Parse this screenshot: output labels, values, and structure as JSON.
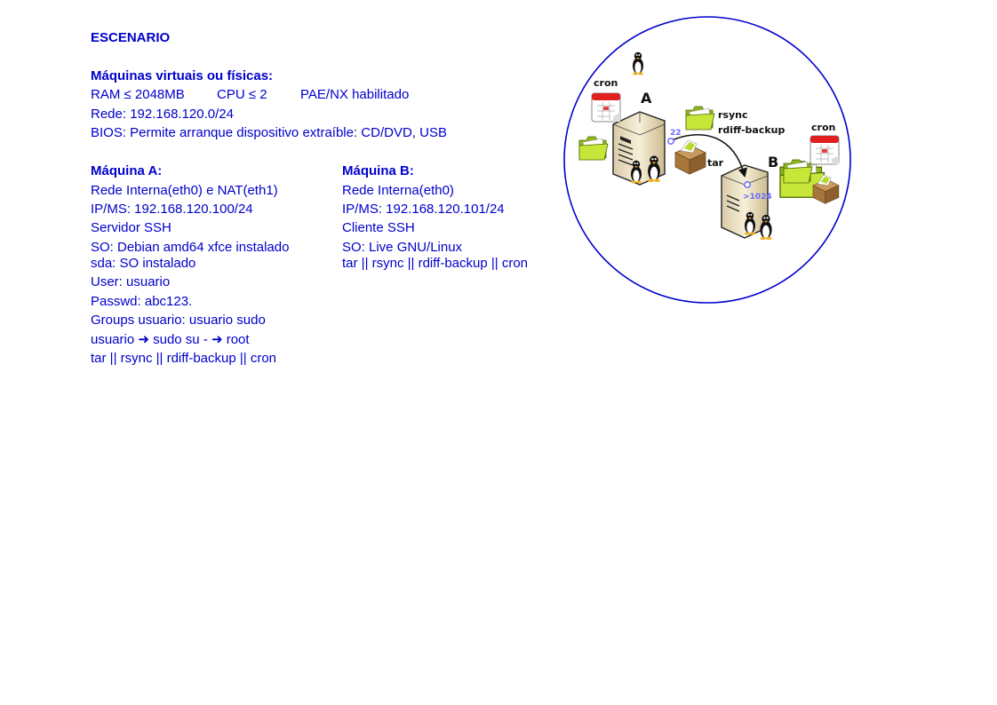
{
  "heading": "ESCENARIO",
  "machines_title": "Máquinas virtuais ou físicas:",
  "specs": {
    "ram": "RAM ≤ 2048MB",
    "cpu": "CPU ≤ 2",
    "pae": "PAE/NX habilitado"
  },
  "network": "Rede: 192.168.120.0/24",
  "bios": "BIOS: Permite arranque dispositivo extraíble: CD/DVD, USB",
  "machine_a": {
    "title": "Máquina A:",
    "lines": [
      "Rede Interna(eth0) e NAT(eth1)",
      "IP/MS: 192.168.120.100/24",
      "Servidor SSH",
      "SO: Debian amd64 xfce instalado",
      "sda: SO instalado",
      "User: usuario",
      "Passwd: abc123.",
      "Groups usuario: usuario sudo",
      "usuario ➜ sudo su - ➜ root",
      "tar || rsync || rdiff-backup || cron"
    ]
  },
  "machine_b": {
    "title": "Máquina B:",
    "lines": [
      "Rede Interna(eth0)",
      "IP/MS: 192.168.120.101/24",
      "Cliente SSH",
      "SO: Live GNU/Linux",
      "tar || rsync || rdiff-backup || cron"
    ]
  },
  "diagram": {
    "label_a": "A",
    "label_b": "B",
    "cron_a": "cron",
    "cron_b": "cron",
    "rsync": "rsync",
    "rdiff": "rdiff-backup",
    "tar": "tar",
    "port_a": "22",
    "port_b": ">1024"
  },
  "colors": {
    "text": "#0000cc",
    "circle": "#0000cc",
    "port": "#6a6aff"
  }
}
